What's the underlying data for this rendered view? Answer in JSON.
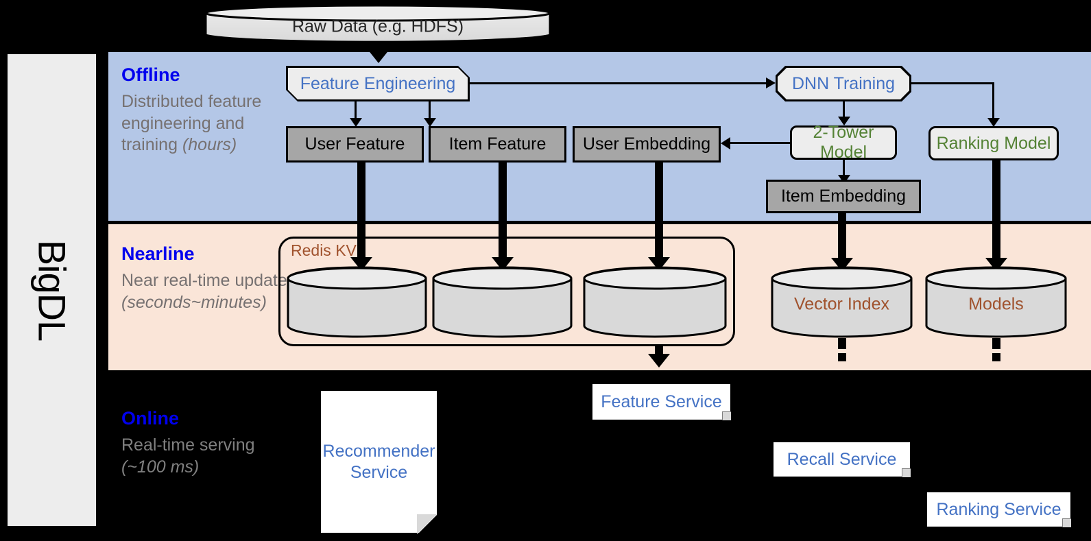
{
  "framework": {
    "name": "BigDL"
  },
  "top": {
    "raw_data": {
      "label": "Raw Data (e.g. HDFS)"
    }
  },
  "sections": [
    {
      "id": "offline",
      "title": "Offline",
      "desc_plain": "Distributed feature engineering and training ",
      "desc_italic": "(hours)",
      "band_color": "#b4c7e7"
    },
    {
      "id": "nearline",
      "title": "Nearline",
      "desc_plain": "Near real-time update ",
      "desc_italic": "(seconds~minutes)",
      "band_color": "#fae5d8"
    },
    {
      "id": "online",
      "title": "Online",
      "desc_plain": "Real-time serving ",
      "desc_italic": "(~100 ms)",
      "band_color": "#000000"
    }
  ],
  "offline": {
    "feature_engineering": {
      "label": "Feature Engineering"
    },
    "dnn_training": {
      "label": "DNN Training"
    },
    "user_feature": {
      "label": "User Feature"
    },
    "item_feature": {
      "label": "Item Feature"
    },
    "user_embedding": {
      "label": "User Embedding"
    },
    "item_embedding": {
      "label": "Item Embedding"
    },
    "two_tower_model": {
      "label": "2-Tower Model"
    },
    "ranking_model": {
      "label": "Ranking Model"
    }
  },
  "nearline": {
    "redis_kv": {
      "label": "Redis KV"
    },
    "store_1": {
      "label": ""
    },
    "store_2": {
      "label": ""
    },
    "store_3": {
      "label": ""
    },
    "vector_index": {
      "label": "Vector Index"
    },
    "models": {
      "label": "Models"
    }
  },
  "online": {
    "recommender_service": {
      "label": "Recommender Service"
    },
    "feature_service": {
      "label": "Feature Service"
    },
    "recall_service": {
      "label": "Recall Service"
    },
    "ranking_service": {
      "label": "Ranking Service"
    }
  },
  "colors": {
    "offline_band": "#b4c7e7",
    "nearline_band": "#fae5d8",
    "online_band": "#000000",
    "section_title": "#0000ee",
    "section_desc": "#767171",
    "process_text": "#4472c4",
    "model_text": "#548235",
    "store_text": "#a0522d",
    "data_box_fill": "#a6a6a6",
    "process_fill": "#ededed"
  }
}
